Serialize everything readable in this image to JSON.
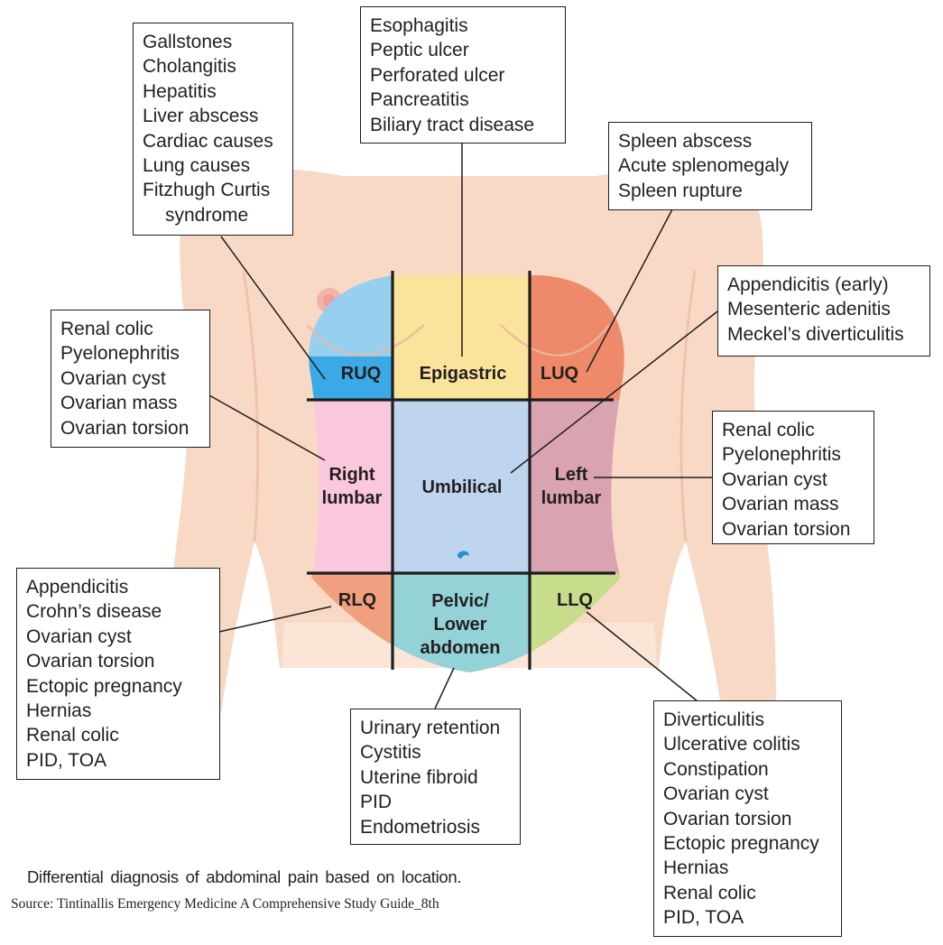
{
  "colors": {
    "skin": "#f8d9c6",
    "skin_shadow": "#f1c5ad",
    "nipple": "#ee9f9b",
    "ruq": "#3aa9e6",
    "epigastric": "#fae39a",
    "luq": "#ee8a6a",
    "right_lumbar": "#f9c8dc",
    "umbilical": "#bfd5ee",
    "left_lumbar": "#d9a3b2",
    "rlq": "#f0a07e",
    "pelvic": "#93d2d6",
    "llq": "#c7dd8c",
    "grid": "#1e1e1e"
  },
  "regions": {
    "ruq": "RUQ",
    "epigastric": "Epigastric",
    "luq": "LUQ",
    "right_lumbar": [
      "Right",
      "lumbar"
    ],
    "umbilical": "Umbilical",
    "left_lumbar": [
      "Left",
      "lumbar"
    ],
    "rlq": "RLQ",
    "pelvic": [
      "Pelvic/",
      "Lower",
      "abdomen"
    ],
    "llq": "LLQ"
  },
  "boxes": {
    "ruq": [
      "Gallstones",
      "Cholangitis",
      "Hepatitis",
      "Liver abscess",
      "Cardiac causes",
      "Lung causes",
      "Fitzhugh Curtis",
      "syndrome"
    ],
    "epigastric": [
      "Esophagitis",
      "Peptic ulcer",
      "Perforated ulcer",
      "Pancreatitis",
      "Biliary tract disease"
    ],
    "luq": [
      "Spleen abscess",
      "Acute splenomegaly",
      "Spleen rupture"
    ],
    "umbilical": [
      "Appendicitis (early)",
      "Mesenteric adenitis",
      "Meckel’s diverticulitis"
    ],
    "right_lumbar": [
      "Renal colic",
      "Pyelonephritis",
      "Ovarian cyst",
      "Ovarian mass",
      "Ovarian torsion"
    ],
    "left_lumbar": [
      "Renal colic",
      "Pyelonephritis",
      "Ovarian cyst",
      "Ovarian mass",
      "Ovarian torsion"
    ],
    "rlq": [
      "Appendicitis",
      "Crohn’s disease",
      "Ovarian cyst",
      "Ovarian torsion",
      "Ectopic pregnancy",
      "Hernias",
      "Renal colic",
      "PID, TOA"
    ],
    "pelvic": [
      "Urinary retention",
      "Cystitis",
      "Uterine fibroid",
      "PID",
      "Endometriosis"
    ],
    "llq": [
      "Diverticulitis",
      "Ulcerative colitis",
      "Constipation",
      "Ovarian cyst",
      "Ovarian torsion",
      "Ectopic pregnancy",
      "Hernias",
      "Renal colic",
      "PID, TOA"
    ]
  },
  "caption": "Differential diagnosis of abdominal pain based on location.",
  "source": "Source: Tintinallis Emergency Medicine A Comprehensive Study Guide_8th"
}
